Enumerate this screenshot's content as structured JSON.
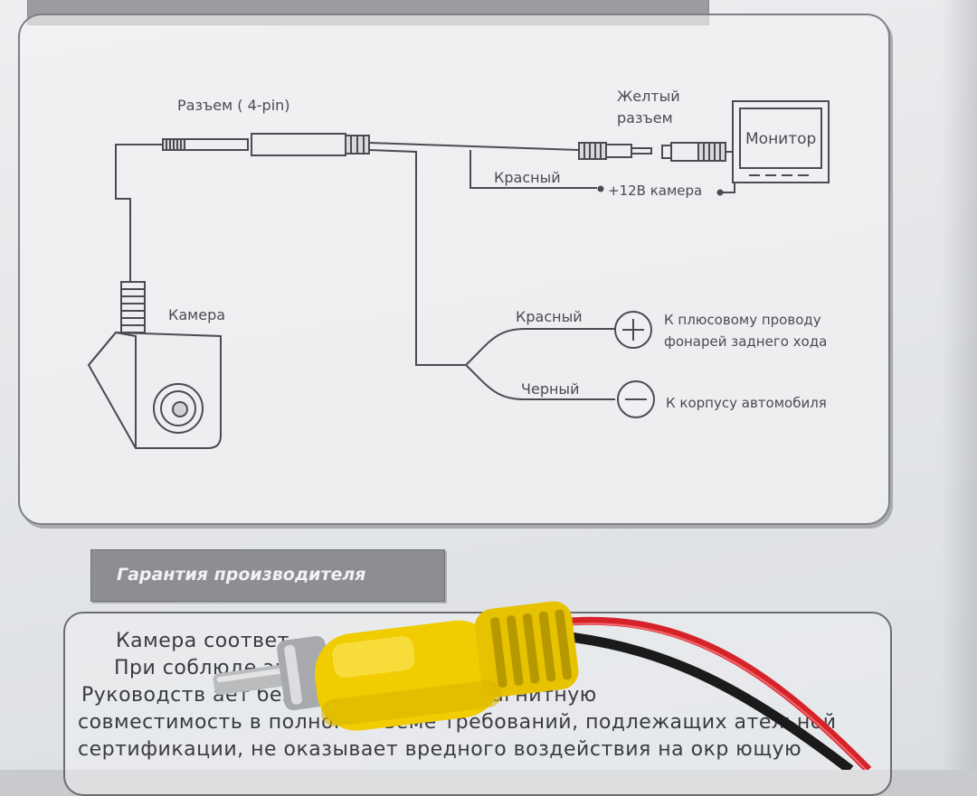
{
  "diagram": {
    "connector_label": "Разъем ( 4-pin)",
    "yellow_connector_label_line1": "Желтый",
    "yellow_connector_label_line2": "разъем",
    "monitor_label": "Монитор",
    "red_top_label": "Красный",
    "power_label": "+12В камера",
    "camera_label": "Камера",
    "red_label": "Красный",
    "black_label": "Черный",
    "plus_line1": "К плюсовому проводу",
    "plus_line2": "фонарей заднего хода",
    "minus_line": "К корпусу автомобиля"
  },
  "warranty": {
    "title": "Гарантия производителя",
    "lines": [
      "Камера соответ",
      "При соблюде                    эксплуат       изложенных в",
      "Руководств                         ает безопасность и эл   омагнитную",
      "совместимость в полном объеме требований, подлежащих            ательной",
      "сертификации, не оказывает вредного воздействия на окр        ющую"
    ]
  },
  "colors": {
    "paper": "#e8eaec",
    "ink": "#4a4c50",
    "rca_yellow": "#f2cf00",
    "wire_red": "#d6232a",
    "wire_black": "#1a1a1a"
  }
}
